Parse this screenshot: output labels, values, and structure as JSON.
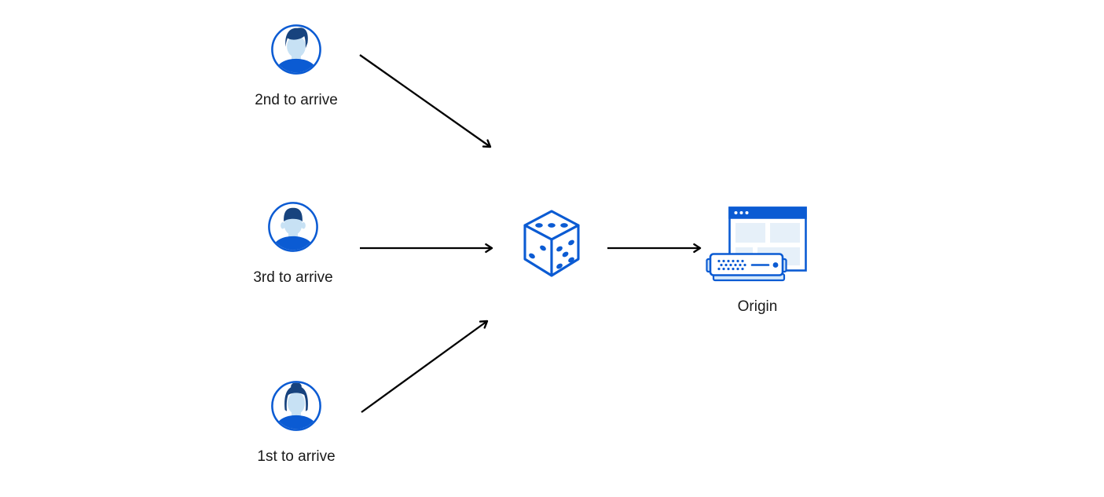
{
  "diagram": {
    "background_color": "#ffffff",
    "palette": {
      "primary_blue": "#0b5bd3",
      "dark_navy_hair": "#17437e",
      "light_blue_skin": "#c7e1f4",
      "light_blue_panel": "#e6f0f9",
      "server_accent_fill": "#d6e9fa",
      "arrow_color": "#000000",
      "label_color": "#1a1a1a"
    },
    "nodes": {
      "user_second": {
        "label": "2nd to arrive",
        "icon": "male-avatar-pompadour-icon"
      },
      "user_third": {
        "label": "3rd to arrive",
        "icon": "male-avatar-flattop-icon"
      },
      "user_first": {
        "label": "1st to arrive",
        "icon": "female-avatar-bun-icon"
      },
      "randomizer": {
        "icon": "dice-icon"
      },
      "origin": {
        "label": "Origin",
        "icon": "browser-server-icon"
      }
    },
    "edges": [
      {
        "from": "user_second",
        "to": "randomizer",
        "style": "arrow"
      },
      {
        "from": "user_third",
        "to": "randomizer",
        "style": "arrow"
      },
      {
        "from": "user_first",
        "to": "randomizer",
        "style": "arrow"
      },
      {
        "from": "randomizer",
        "to": "origin",
        "style": "arrow"
      }
    ]
  }
}
